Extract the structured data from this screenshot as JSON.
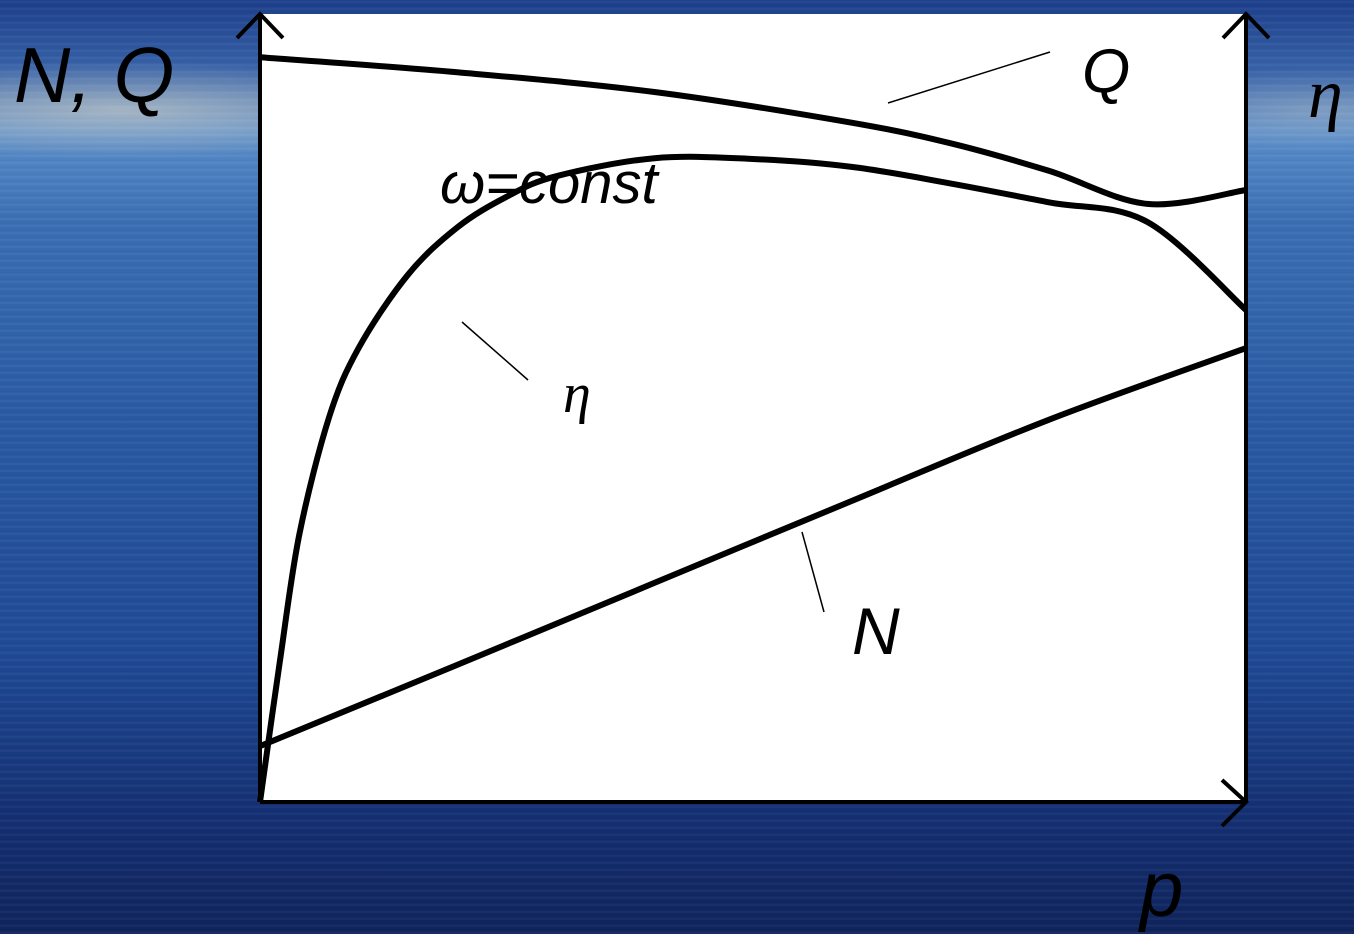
{
  "chart_data": {
    "type": "line",
    "xlabel": "p",
    "ylabel_left": "N, Q",
    "ylabel_right": "η",
    "annotation": "ω=const",
    "xlim": [
      0,
      100
    ],
    "ylim": [
      0,
      100
    ],
    "grid": false,
    "series": [
      {
        "name": "Q",
        "axis": "left",
        "x": [
          0,
          20,
          40,
          60,
          70,
          80,
          90,
          100
        ],
        "y": [
          94.5,
          92.6,
          90.1,
          86.2,
          83.6,
          80.1,
          75.9,
          77.6
        ]
      },
      {
        "name": "η",
        "axis": "right",
        "x": [
          0,
          2,
          4,
          7,
          10,
          15,
          20,
          25,
          30,
          40,
          50,
          60,
          70,
          80,
          90,
          100
        ],
        "y": [
          0,
          17.7,
          34,
          48.8,
          57.6,
          66.9,
          72.9,
          76.8,
          79.4,
          81.7,
          81.6,
          80.6,
          78.5,
          76.1,
          73.6,
          62.5
        ]
      },
      {
        "name": "N",
        "axis": "left",
        "x": [
          0,
          20,
          40,
          60,
          80,
          100
        ],
        "y": [
          7.1,
          17.4,
          27.8,
          38.2,
          48.5,
          57.6
        ]
      }
    ],
    "series_labels": {
      "Q": "Q",
      "eta": "η",
      "N": "N"
    }
  }
}
